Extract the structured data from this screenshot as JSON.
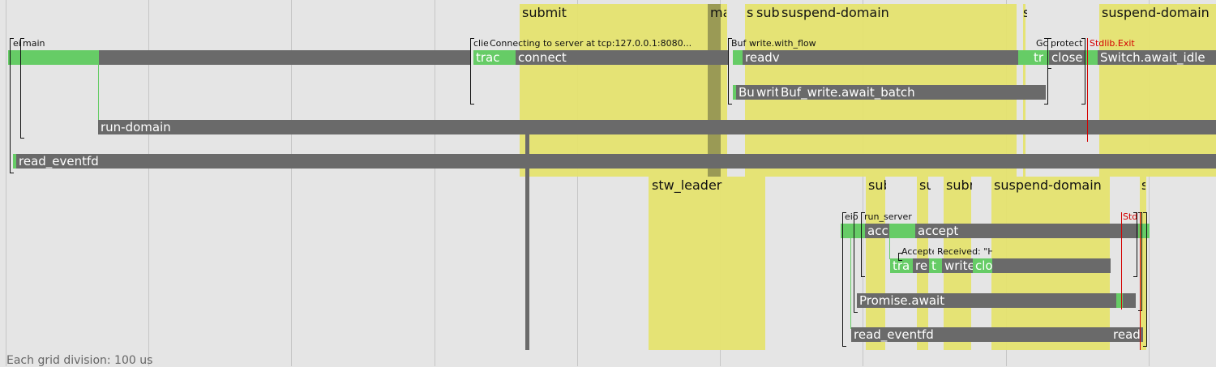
{
  "footer": {
    "grid_label": "Each grid division: 100 us"
  },
  "colors": {
    "background": "#e5e5e5",
    "suspend": "#e5e36f",
    "gc": "#9a9a55",
    "bar": "#6a6a6a",
    "active": "#66cc66",
    "exit": "#d40000"
  },
  "domain0": {
    "suspend_labels": [
      "submit",
      "ma",
      "s",
      "sub",
      "suspend-domain",
      "s",
      "suspend-domain"
    ],
    "rows": {
      "r1": {
        "main": "ei",
        "main2": "main",
        "client": "clie",
        "connecting": "Connecting to server at tcp:127.0.0.1:8080...",
        "trace": "trac",
        "connect": "connect",
        "buf": "Buf",
        "write_with_flow": "write.with_flow",
        "readv": "readv",
        "gc": "Gc",
        "protect": "protect",
        "tr": "tr",
        "close": "close",
        "exit": "Stdlib.Exit",
        "await_idle": "Switch.await_idle"
      },
      "r2": {
        "bu": "Bu",
        "writ": "writ",
        "await_batch": "Buf_write.await_batch"
      },
      "r3": {
        "run_domain": "run-domain"
      },
      "r4": {
        "read_eventfd": "read_eventfd"
      }
    }
  },
  "domain1": {
    "suspend_labels": [
      "stw_leader",
      "sub",
      "su",
      "subr",
      "suspend-domain",
      "s"
    ],
    "rows": {
      "r1": {
        "eio": "eio",
        "run_server": "run_server",
        "acc": "acc",
        "accept": "accept",
        "exit": "Std"
      },
      "r2": {
        "accepted": "Accepte",
        "received": "Received: \"H",
        "tra": "tra",
        "re": "re",
        "t": "t",
        "write": "write",
        "clo": "clo"
      },
      "r3": {
        "promise_await": "Promise.await"
      },
      "r4": {
        "read_eventfd": "read_eventfd",
        "read": "read"
      }
    }
  }
}
